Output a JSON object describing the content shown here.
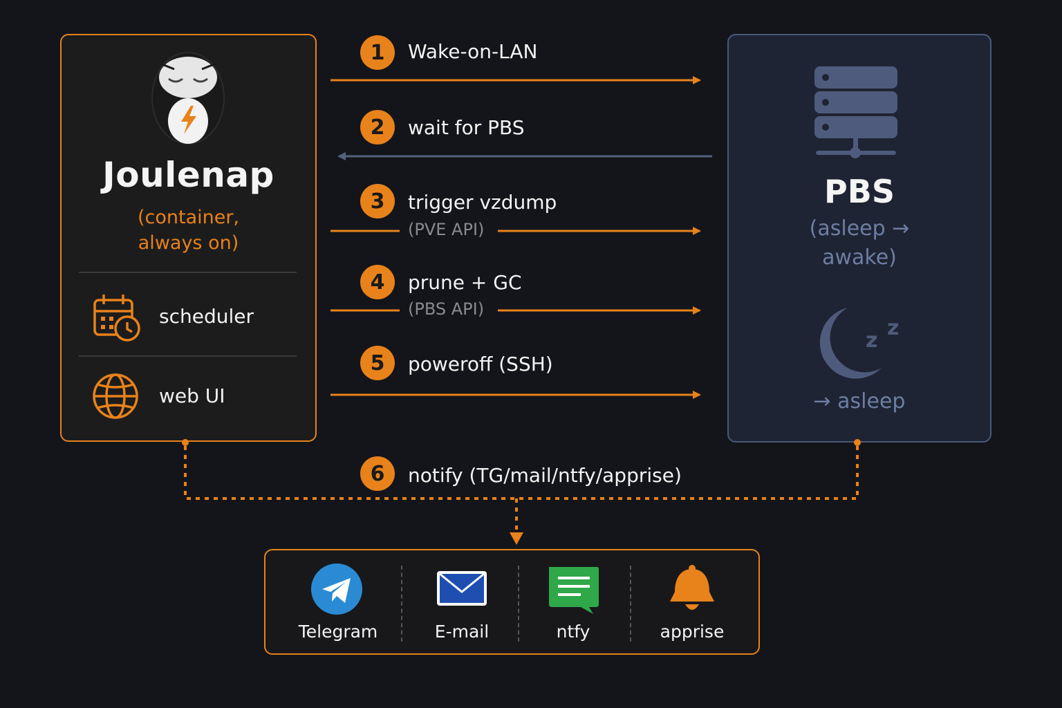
{
  "joulenap": {
    "title": "Joulenap",
    "subtitle_line1": "(container,",
    "subtitle_line2": "always on)",
    "features": [
      {
        "label": "scheduler",
        "icon": "calendar-clock-icon"
      },
      {
        "label": "web UI",
        "icon": "globe-icon"
      }
    ]
  },
  "pbs": {
    "title": "PBS",
    "state_line1": "(asleep →",
    "state_line2": "awake)",
    "final_state": "→ asleep"
  },
  "steps": [
    {
      "num": "1",
      "label": "Wake-on-LAN",
      "sub": "",
      "direction": "right"
    },
    {
      "num": "2",
      "label": "wait for PBS",
      "sub": "",
      "direction": "left"
    },
    {
      "num": "3",
      "label": "trigger vzdump",
      "sub": "(PVE API)",
      "direction": "right"
    },
    {
      "num": "4",
      "label": "prune + GC",
      "sub": "(PBS API)",
      "direction": "right"
    },
    {
      "num": "5",
      "label": "poweroff (SSH)",
      "sub": "",
      "direction": "right"
    },
    {
      "num": "6",
      "label": "notify (TG/mail/ntfy/apprise)",
      "sub": "",
      "direction": "down"
    }
  ],
  "notifiers": [
    {
      "label": "Telegram",
      "icon": "telegram-icon"
    },
    {
      "label": "E-mail",
      "icon": "mail-icon"
    },
    {
      "label": "ntfy",
      "icon": "ntfy-icon"
    },
    {
      "label": "apprise",
      "icon": "bell-icon"
    }
  ],
  "colors": {
    "accent": "#e8821a",
    "pbs_border": "#4a5a7a",
    "pbs_text": "#6d7ea3",
    "background": "#14151a"
  }
}
